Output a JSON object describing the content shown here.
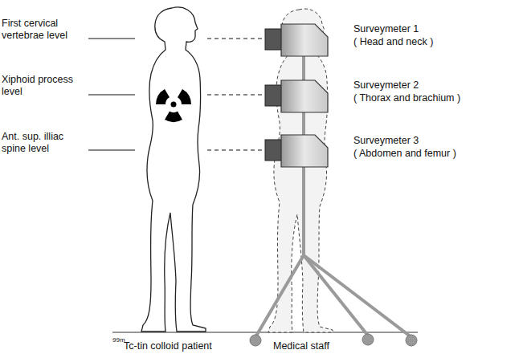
{
  "diagram": {
    "labels": [
      "First cervical",
      "vertebrae level",
      "Xiphoid process",
      "level",
      "Ant. sup. illiac",
      "spine level",
      "Surveymeter 1",
      "( Head and neck )",
      "Surveymeter 2",
      "( Thorax and brachium )",
      "Surveymeter 3",
      "( Abdomen and femur )",
      "99m",
      "Tc-tin colloid patient",
      "Medical staff"
    ]
  }
}
